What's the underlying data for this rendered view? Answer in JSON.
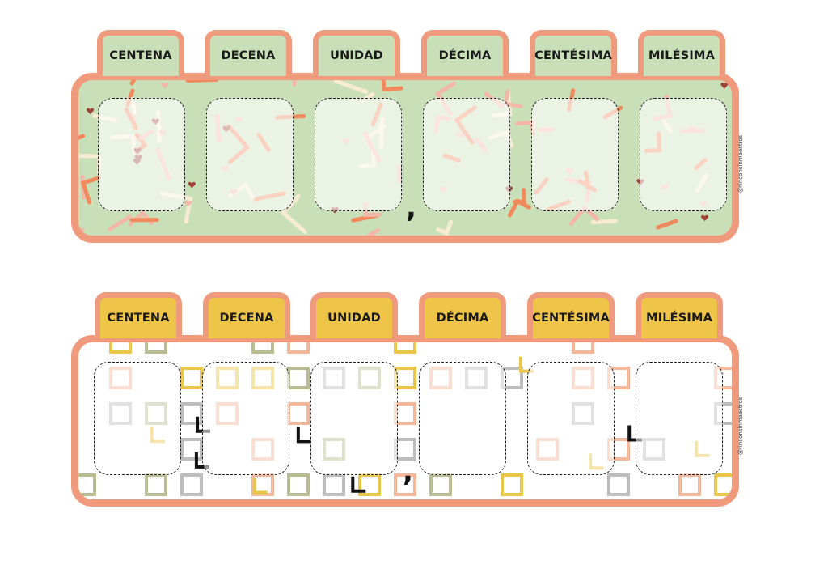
{
  "rows": [
    {
      "theme": "green-confetti",
      "background": "#c9dfb8",
      "tab_color": "#c9dfb8",
      "tabs": [
        "CENTENA",
        "DECENA",
        "UNIDAD",
        "DÉCIMA",
        "CENTÉSIMA",
        "MILÉSIMA"
      ],
      "separator": ",",
      "credit": "@rinconsinmaestros"
    },
    {
      "theme": "white-squares",
      "background": "#ffffff",
      "tab_color": "#eec549",
      "tabs": [
        "CENTENA",
        "DECENA",
        "UNIDAD",
        "DÉCIMA",
        "CENTÉSIMA",
        "MILÉSIMA"
      ],
      "separator": ",",
      "credit": "@rinconsinmaestros"
    }
  ],
  "colors": {
    "frame": "#ef9a7c",
    "green": "#c9dfb8",
    "yellow": "#eec549",
    "heart": "#a0453a",
    "confetti_orange": "#f08a5d",
    "confetti_pink": "#f3b7a9",
    "confetti_cream": "#f7ecd3",
    "square_gray": "#bdbdbd",
    "square_olive": "#b9bc93",
    "square_yellow": "#e9c54a",
    "square_peach": "#f4b79a",
    "square_black": "#111111"
  }
}
